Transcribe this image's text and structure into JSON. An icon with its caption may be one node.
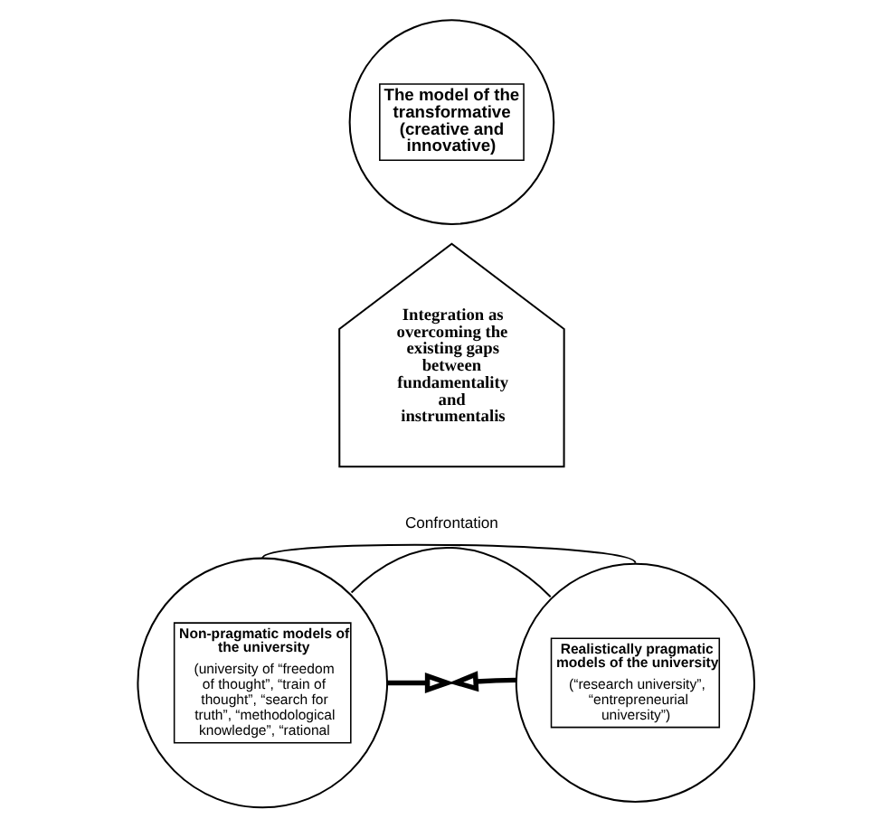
{
  "diagram": {
    "nodes": [
      {
        "text": [
          "The model of the transformative (creative and innovative)"
        ]
      },
      {
        "text": [
          "Integration as overcoming the existing gaps between fundamentality and instrumentalis"
        ]
      },
      {
        "text": [
          "Non-pragmatic models of the university",
          "(university of “freedom of thought”, “train of thought”, “search for truth”, “methodological knowledge”, “rational"
        ]
      },
      {
        "text": [
          "Realistically pragmatic models of the university",
          "(“research university”, “entrepreneurial university”)"
        ]
      }
    ],
    "edges": [
      {
        "from": 2,
        "to": 3,
        "arrow": "none"
      },
      {
        "from": 2,
        "to": 3,
        "arrow": "none"
      },
      {
        "from": 2,
        "to": null,
        "arrow": "to",
        "style": "thick"
      },
      {
        "from": 3,
        "to": null,
        "arrow": "to",
        "style": "thick"
      }
    ],
    "labels": [
      "Confrontation"
    ]
  }
}
